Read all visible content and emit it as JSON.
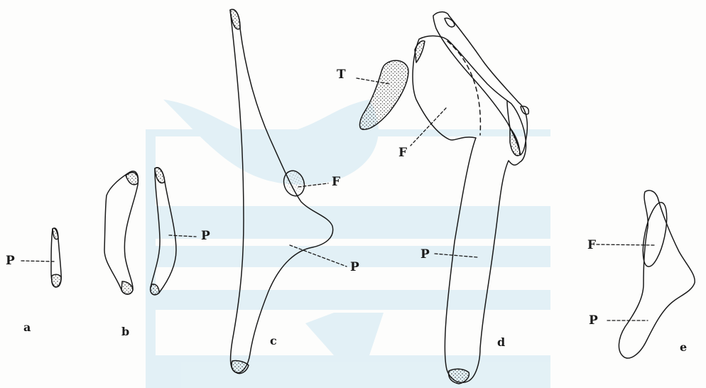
{
  "labels": {
    "a_p": "P",
    "b_p": "P",
    "c_f": "F",
    "c_p": "P",
    "d_t": "T",
    "d_f": "F",
    "d_p": "P",
    "e_f": "F",
    "e_p": "P"
  },
  "captions": {
    "a": "a",
    "b": "b",
    "c": "c",
    "d": "d",
    "e": "e"
  },
  "colors": {
    "ink": "#1a1a1a",
    "watermark": "#d9ecf4",
    "paper": "#fdfdfc"
  }
}
